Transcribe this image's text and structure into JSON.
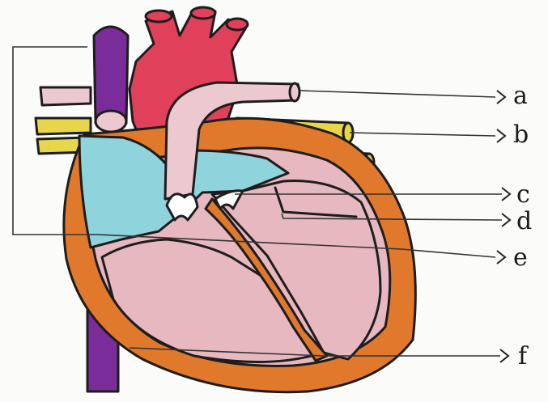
{
  "diagram": {
    "labels": {
      "a": "a",
      "b": "b",
      "c": "c",
      "d": "d",
      "e": "e",
      "f": "f"
    },
    "colors": {
      "aorta": "#e0405a",
      "vena_cava": "#7a2c9a",
      "pulmonary_artery": "#ecc9cf",
      "pulmonary_veins": "#e8d64a",
      "left_atrium": "#8fd3dc",
      "heart_wall": "#e0792c",
      "ventricle_chamber": "#e7b8bf",
      "paper": "#fbfbf9"
    }
  }
}
